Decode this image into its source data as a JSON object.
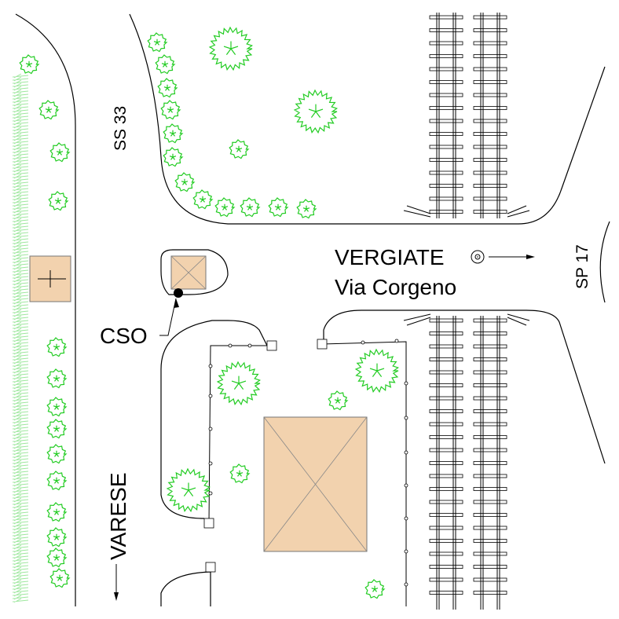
{
  "map": {
    "labels": {
      "road_ss33": "SS 33",
      "town": "VERGIATE",
      "street": "Via Corgeno",
      "road_sp17": "SP 17",
      "station": "CSO",
      "direction": "VARESE"
    },
    "colors": {
      "building_fill": "#f2d2ae",
      "tree_stroke": "#22cc22",
      "grass_stroke": "#9ee79e",
      "line": "#000000"
    },
    "icons": {
      "station_marker": "filled-circle-icon",
      "well": "concentric-circle-icon",
      "arrow": "arrow-right-icon",
      "tree": "tree-icon",
      "fence_post": "square-post-icon"
    }
  }
}
